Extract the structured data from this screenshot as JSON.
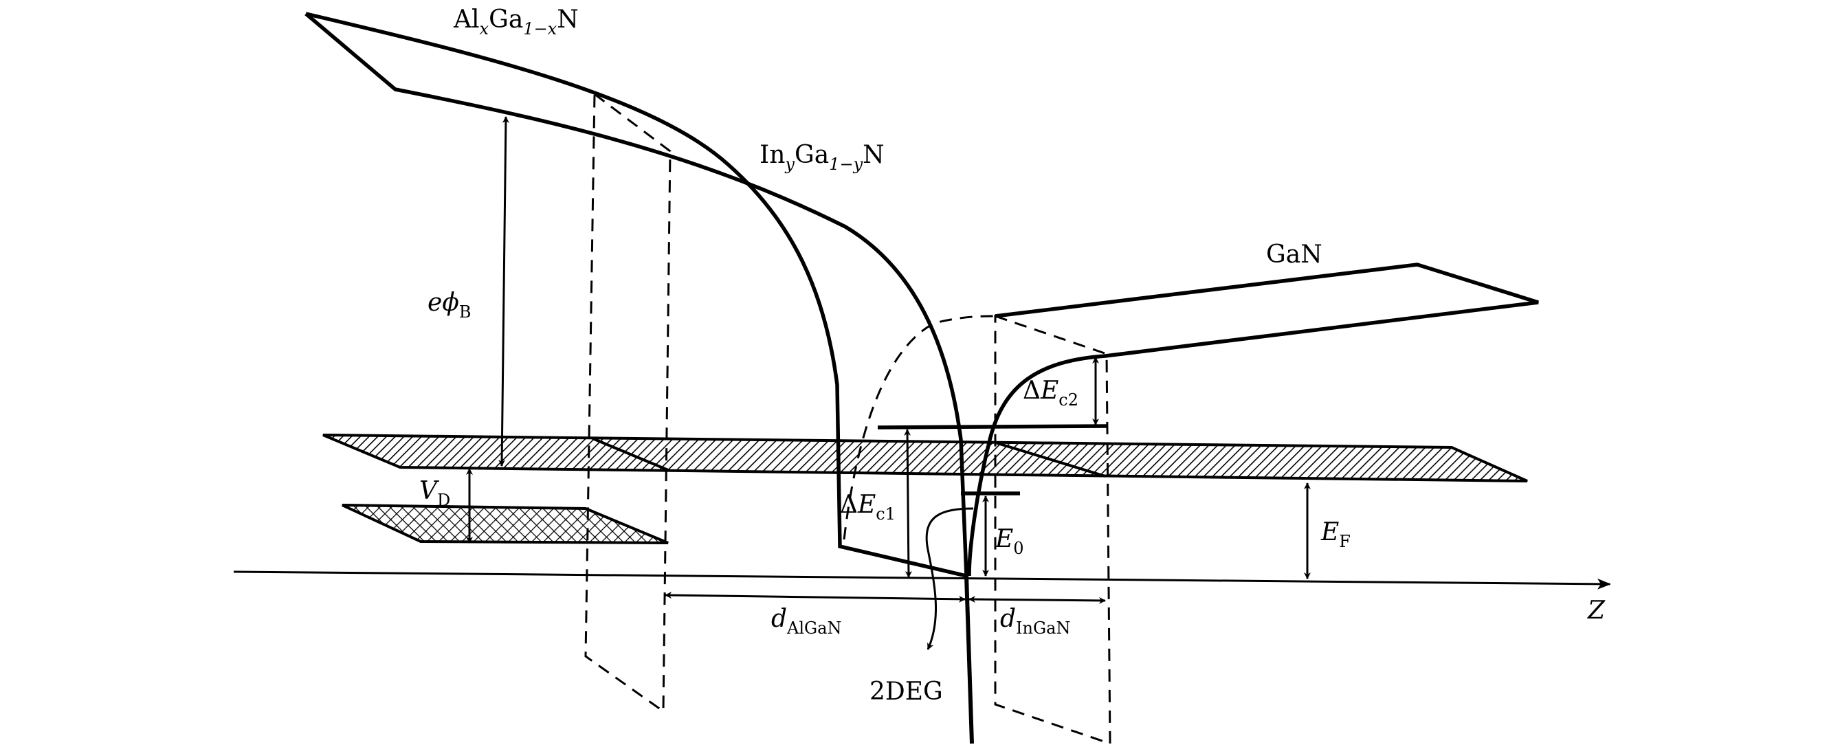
{
  "labels": {
    "algan": {
      "base": "Al",
      "sub1": "x",
      "mid": "Ga",
      "sub2": "1−x",
      "end": "N"
    },
    "ingan": {
      "base": "In",
      "sub1": "y",
      "mid": "Ga",
      "sub2": "1−y",
      "end": "N"
    },
    "gan": "GaN",
    "ephi": {
      "e": "e",
      "phi": "ϕ",
      "sub": "B"
    },
    "vd": {
      "base": "V",
      "sub": "D"
    },
    "dec1": {
      "delta": "Δ",
      "base": "E",
      "sub": "c1"
    },
    "dec2": {
      "delta": "Δ",
      "base": "E",
      "sub": "c2"
    },
    "e0": {
      "base": "E",
      "sub": "0"
    },
    "ef": {
      "base": "E",
      "sub": "F"
    },
    "d_algan": {
      "base": "d",
      "sub": "AlGaN"
    },
    "d_ingan": {
      "base": "d",
      "sub": "InGaN"
    },
    "twodeg": "2DEG",
    "z": "Z"
  },
  "colors": {
    "stroke": "#000000",
    "background": "#ffffff"
  }
}
